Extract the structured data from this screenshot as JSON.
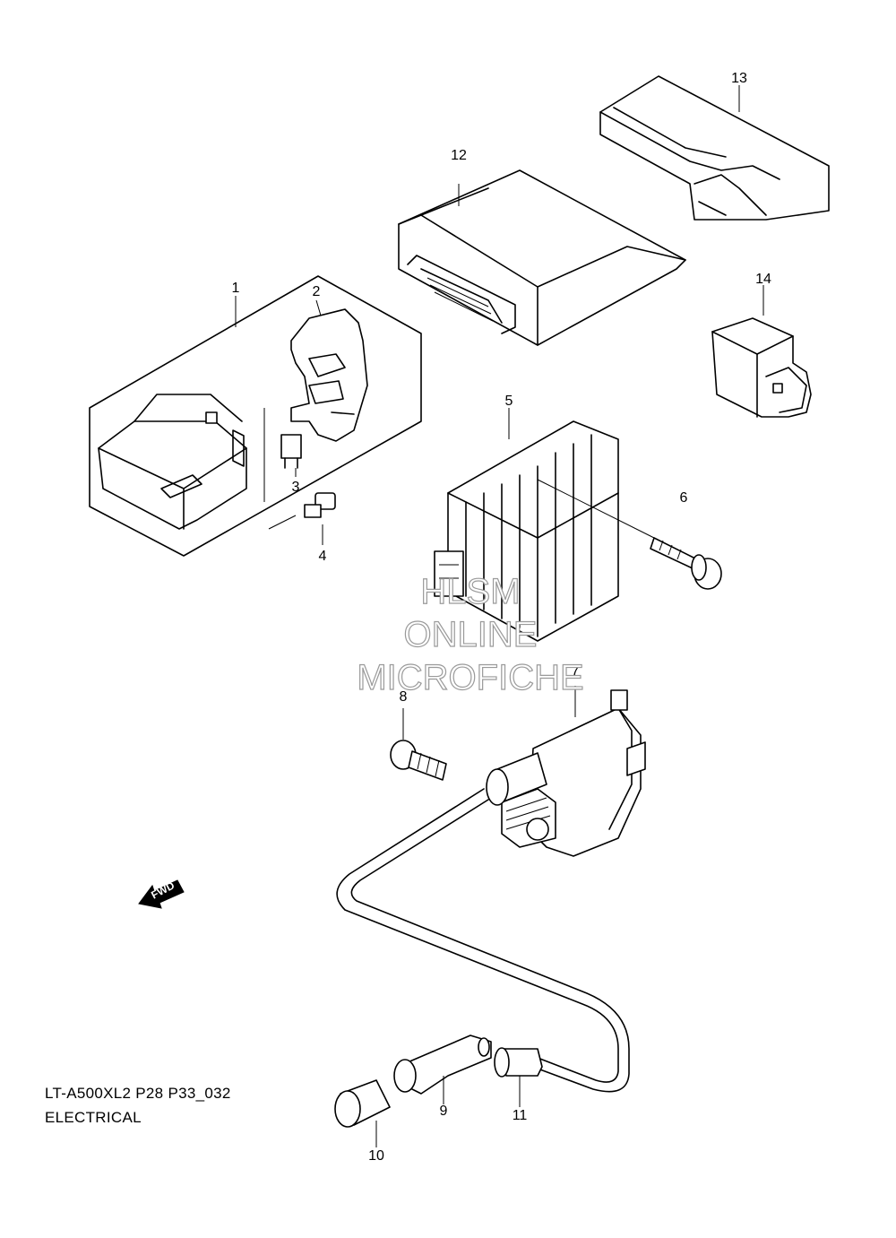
{
  "callouts": {
    "c1": "1",
    "c2": "2",
    "c3": "3",
    "c4": "4",
    "c5": "5",
    "c6": "6",
    "c7": "7",
    "c8": "8",
    "c9": "9",
    "c10": "10",
    "c11": "11",
    "c12": "12",
    "c13": "13",
    "c14": "14"
  },
  "watermark": {
    "line1": "HLSM",
    "line2": "ONLINE",
    "line3": "MICROFICHE"
  },
  "fwd_label": "FWD",
  "caption": {
    "model_code": "LT-A500XL2 P28 P33_032",
    "section": "ELECTRICAL"
  }
}
